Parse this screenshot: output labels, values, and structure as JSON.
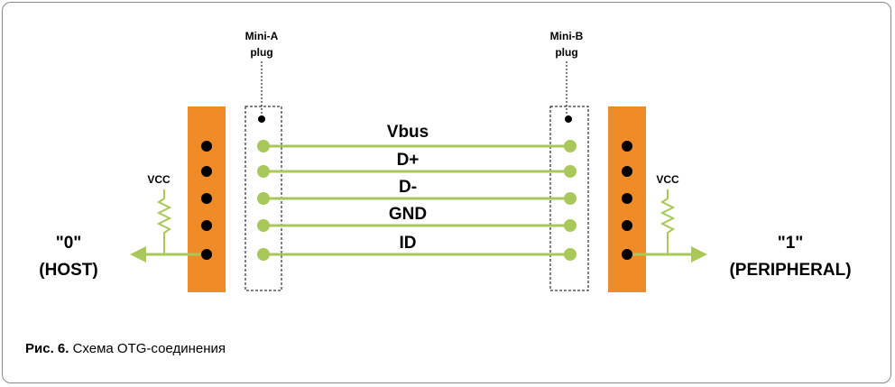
{
  "diagram": {
    "left_plug_label": [
      "Mini-A",
      "plug"
    ],
    "right_plug_label": [
      "Mini-B",
      "plug"
    ],
    "lines": [
      "Vbus",
      "D+",
      "D-",
      "GND",
      "ID"
    ],
    "vcc_left": "VCC",
    "vcc_right": "VCC",
    "host_label_1": "\"0\"",
    "host_label_2": "(HOST)",
    "periph_label_1": "\"1\"",
    "periph_label_2": "(PERIPHERAL)",
    "colors": {
      "connector": "#f08c28",
      "wire": "#a8c85a",
      "dot": "#000000"
    }
  },
  "caption": {
    "figure": "Рис. 6.",
    "text": "Схема OTG-соединения"
  }
}
